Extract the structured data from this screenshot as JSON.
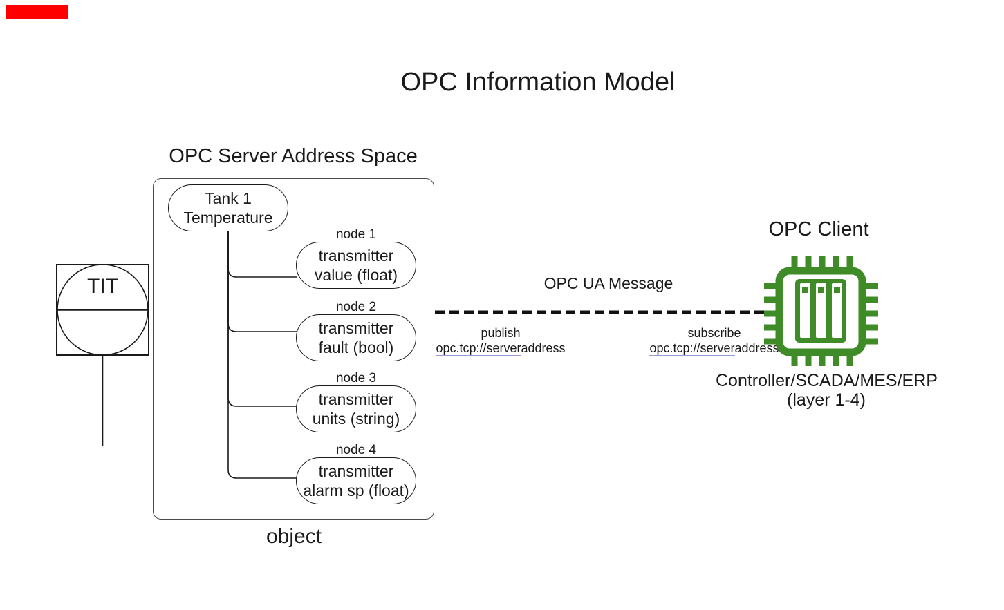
{
  "title": "OPC Information Model",
  "server_space": {
    "label": "OPC Server Address Space",
    "object_caption": "object",
    "root": {
      "line1": "Tank 1",
      "line2": "Temperature"
    },
    "nodes": [
      {
        "tag": "node 1",
        "line1": "transmitter",
        "line2": "value (float)"
      },
      {
        "tag": "node 2",
        "line1": "transmitter",
        "line2": "fault (bool)"
      },
      {
        "tag": "node 3",
        "line1": "transmitter",
        "line2": "units (string)"
      },
      {
        "tag": "node 4",
        "line1": "transmitter",
        "line2": "alarm sp (float)"
      }
    ]
  },
  "field_instrument": {
    "tag": "TIT"
  },
  "link": {
    "label": "OPC UA Message",
    "publish_action": "publish",
    "publish_url_main": "opc.tcp://server",
    "publish_url_rest": "address",
    "subscribe_action": "subscribe",
    "subscribe_url_main": "opc.tcp://server",
    "subscribe_url_rest": "address"
  },
  "client": {
    "label": "OPC Client",
    "caption_line1": "Controller/SCADA/MES/ERP",
    "caption_line2": "(layer 1-4)"
  },
  "colors": {
    "chip_green": "#3e8b28",
    "link_underline": "#9a9ad2",
    "marker_red": "#ff0000",
    "line_black": "#111111"
  }
}
